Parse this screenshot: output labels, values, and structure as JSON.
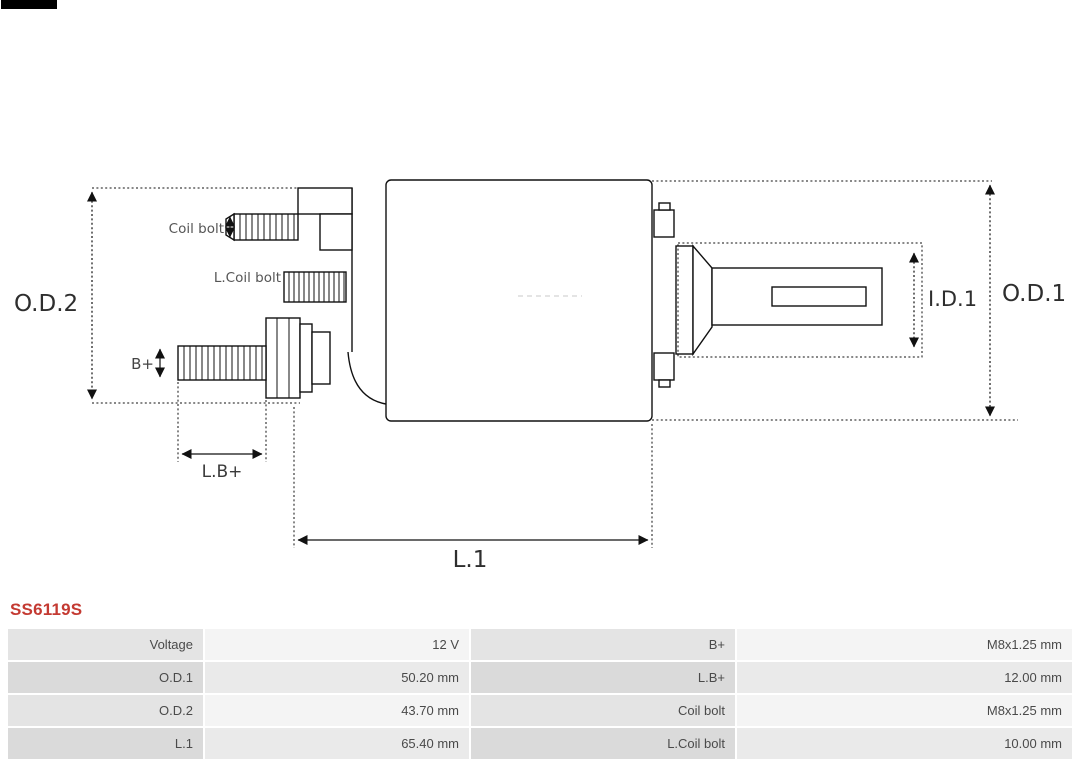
{
  "part_number": "SS6119S",
  "colors": {
    "part_number_red": "#c43a32",
    "line_black": "#111111",
    "table_label_bg": "#e0e0e0",
    "table_value_bg": "#f2f2f2"
  },
  "diagram": {
    "labels": {
      "od2": "O.D.2",
      "od1": "O.D.1",
      "id1": "I.D.1",
      "l1": "L.1",
      "lb_plus": "L.B+",
      "b_plus": "B+",
      "coil_bolt": "Coil bolt",
      "l_coil_bolt": "L.Coil bolt"
    }
  },
  "spec_table": {
    "rows": [
      [
        "Voltage",
        "12 V",
        "B+",
        "M8x1.25 mm"
      ],
      [
        "O.D.1",
        "50.20 mm",
        "L.B+",
        "12.00 mm"
      ],
      [
        "O.D.2",
        "43.70 mm",
        "Coil bolt",
        "M8x1.25 mm"
      ],
      [
        "L.1",
        "65.40 mm",
        "L.Coil bolt",
        "10.00 mm"
      ]
    ]
  }
}
